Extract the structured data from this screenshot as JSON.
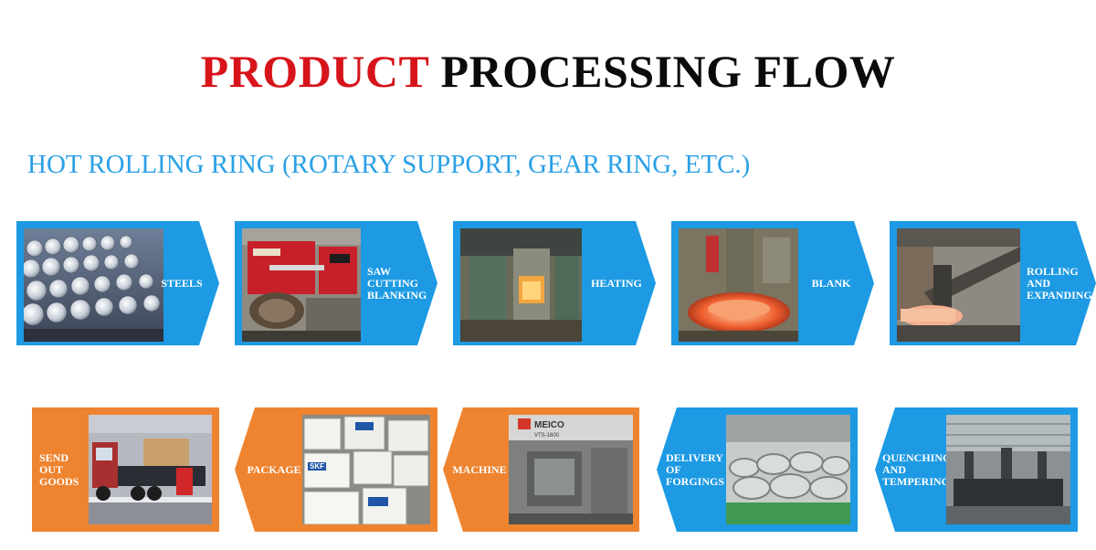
{
  "title": {
    "part1": "PRODUCT",
    "part2": "PROCESSING FLOW"
  },
  "subtitle": "HOT ROLLING RING (ROTARY SUPPORT, GEAR RING, ETC.)",
  "colors": {
    "title_red": "#d7141b",
    "title_black": "#0b0b0b",
    "subtitle_blue": "#2aa0e6",
    "step_blue": "#1d9ae3",
    "step_orange": "#ee8430"
  },
  "steps_row1": [
    {
      "label": "STEELS",
      "photo": "steel-bars-photo"
    },
    {
      "label": "SAW CUTTING BLANKING",
      "photo": "band-saw-machine-photo"
    },
    {
      "label": "HEATING",
      "photo": "furnace-photo"
    },
    {
      "label": "BLANK",
      "photo": "hot-blank-ring-photo"
    },
    {
      "label": "ROLLING AND EXPANDING",
      "photo": "ring-rolling-mill-photo"
    }
  ],
  "steps_row2": [
    {
      "label": "SEND OUT GOODS",
      "photo": "truck-loading-photo"
    },
    {
      "label": "PACKAGE",
      "photo": "skf-boxes-photo",
      "brand": "SKF"
    },
    {
      "label": "MACHINE",
      "photo": "cnc-lathe-photo",
      "brand": "MEICO",
      "model": "VTS-1600"
    },
    {
      "label": "DELIVERY OF FORGINGS",
      "photo": "forgings-warehouse-photo"
    },
    {
      "label": "QUENCHING AND TEMPERING",
      "photo": "quench-tank-photo"
    }
  ]
}
